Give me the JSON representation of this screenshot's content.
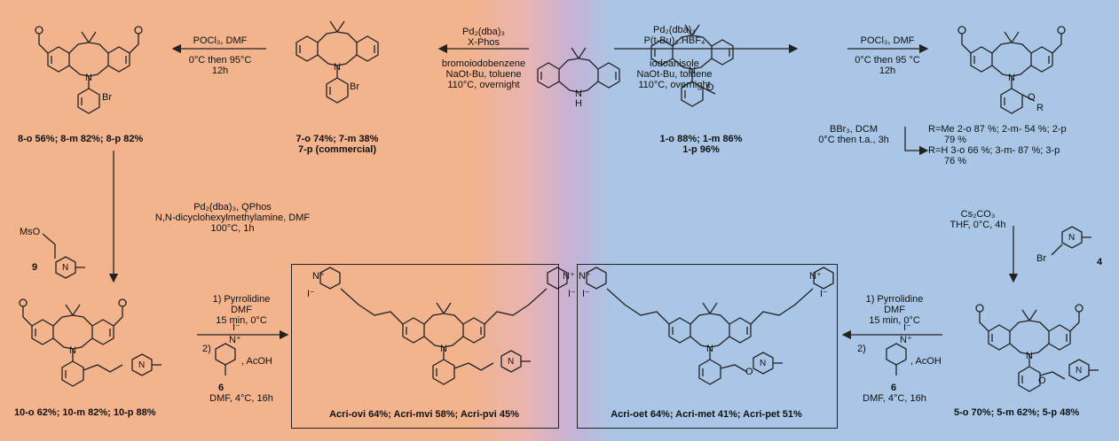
{
  "conditions": {
    "pdx_cat": "Pd₂(dba)₃",
    "pdx_lig": "X-Phos",
    "pdx_r1": "bromoiodobenzene",
    "pdx_r2": "NaOt-Bu, toluene",
    "pdx_r3": "110°C, overnight",
    "pdp_cat": "Pd₂(dba)₃",
    "pdp_lig": "P(t-Bu)₃.HBF₄",
    "pdp_r1": "iodoanisole",
    "pdp_r2": "NaOt-Bu, toluene",
    "pdp_r3": "110°C, overnight",
    "vh_left_1": "POCl₃, DMF",
    "vh_left_2": "0°C then 95°C",
    "vh_left_3": "12h",
    "vh_right_1": "POCl₃, DMF",
    "vh_right_2": "0°C then 95 °C",
    "vh_right_3": "12h",
    "bbr_1": "BBr₃, DCM",
    "bbr_2": "0°C then t.a., 3h",
    "heck_1": "Pd₂(dba)₃, QPhos",
    "heck_2": "N,N-dicyclohexylmethylamine, DMF",
    "heck_3": "100°C, 1h",
    "alk_1": "Cs₂CO₃",
    "alk_2": "THF, 0°C, 4h",
    "kn_left_1": "1) Pyrrolidine",
    "kn_left_2": "DMF",
    "kn_left_3": "15 min, 0°C",
    "kn_left_4": "2)",
    "kn_left_5": ", AcOH",
    "kn_left_6": "DMF, 4°C, 16h",
    "kn_right_1": "1) Pyrrolidine",
    "kn_right_2": "DMF",
    "kn_right_3": "15 min, 0°C",
    "kn_right_4": "2)",
    "kn_right_5": ", AcOH",
    "kn_right_6": "DMF, 4°C, 16h"
  },
  "compounds": {
    "c8": "8-o 56%; 8-m 82%; 8-p 82%",
    "c7a": "7-o 74%; 7-m 38%",
    "c7b": "7-p (commercial)",
    "c1a": "1-o 88%; 1-m 86%",
    "c1b": "1-p 96%",
    "c2a": "R=Me  2-o 87 %; 2-m- 54 %; 2-p",
    "c2b": "79 %",
    "c3a": "R=H  3-o 66 %; 3-m- 87 %; 3-p",
    "c3b": "76 %",
    "c9": "9",
    "c4": "4",
    "c6l": "6",
    "c6r": "6",
    "c10": "10-o 62%; 10-m 82%; 10-p 88%",
    "c5": "5-o 70%; 5-m 62%; 5-p 48%",
    "acri_vi": "Acri-ovi 64%; Acri-mvi 58%; Acri-pvi 45%",
    "acri_et": "Acri-oet 64%; Acri-met 41%; Acri-pet 51%"
  },
  "atoms": {
    "nh": "N",
    "h": "H",
    "n": "N",
    "br": "Br",
    "o": "O",
    "r": "R",
    "ms": "MsO",
    "npy": "N⁺",
    "iodide": "I⁻",
    "tz": "N"
  }
}
